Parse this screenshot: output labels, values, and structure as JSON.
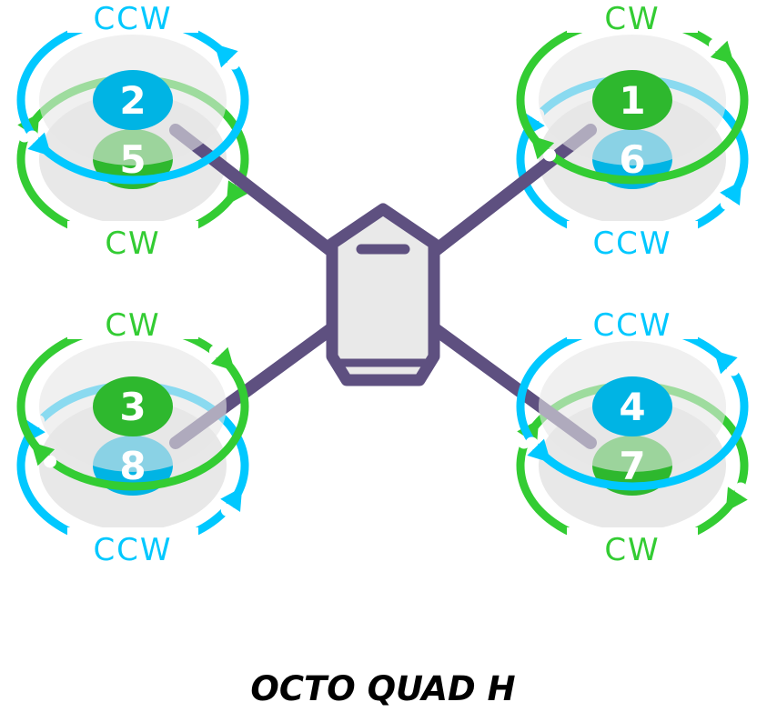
{
  "title": "OCTO QUAD H",
  "colors": {
    "ccw_ring": "#00c8ff",
    "ccw_disc": "#00b4e4",
    "cw_ring": "#33cc33",
    "cw_disc": "#2eb82e",
    "frame": "#5e5080",
    "prop": "#e8e8e8"
  },
  "arms": [
    {
      "name": "front-left",
      "top": {
        "motor": "2",
        "direction": "CCW"
      },
      "bottom": {
        "motor": "5",
        "direction": "CW"
      }
    },
    {
      "name": "front-right",
      "top": {
        "motor": "1",
        "direction": "CW"
      },
      "bottom": {
        "motor": "6",
        "direction": "CCW"
      }
    },
    {
      "name": "rear-left",
      "top": {
        "motor": "3",
        "direction": "CW"
      },
      "bottom": {
        "motor": "8",
        "direction": "CCW"
      }
    },
    {
      "name": "rear-right",
      "top": {
        "motor": "4",
        "direction": "CCW"
      },
      "bottom": {
        "motor": "7",
        "direction": "CW"
      }
    }
  ]
}
